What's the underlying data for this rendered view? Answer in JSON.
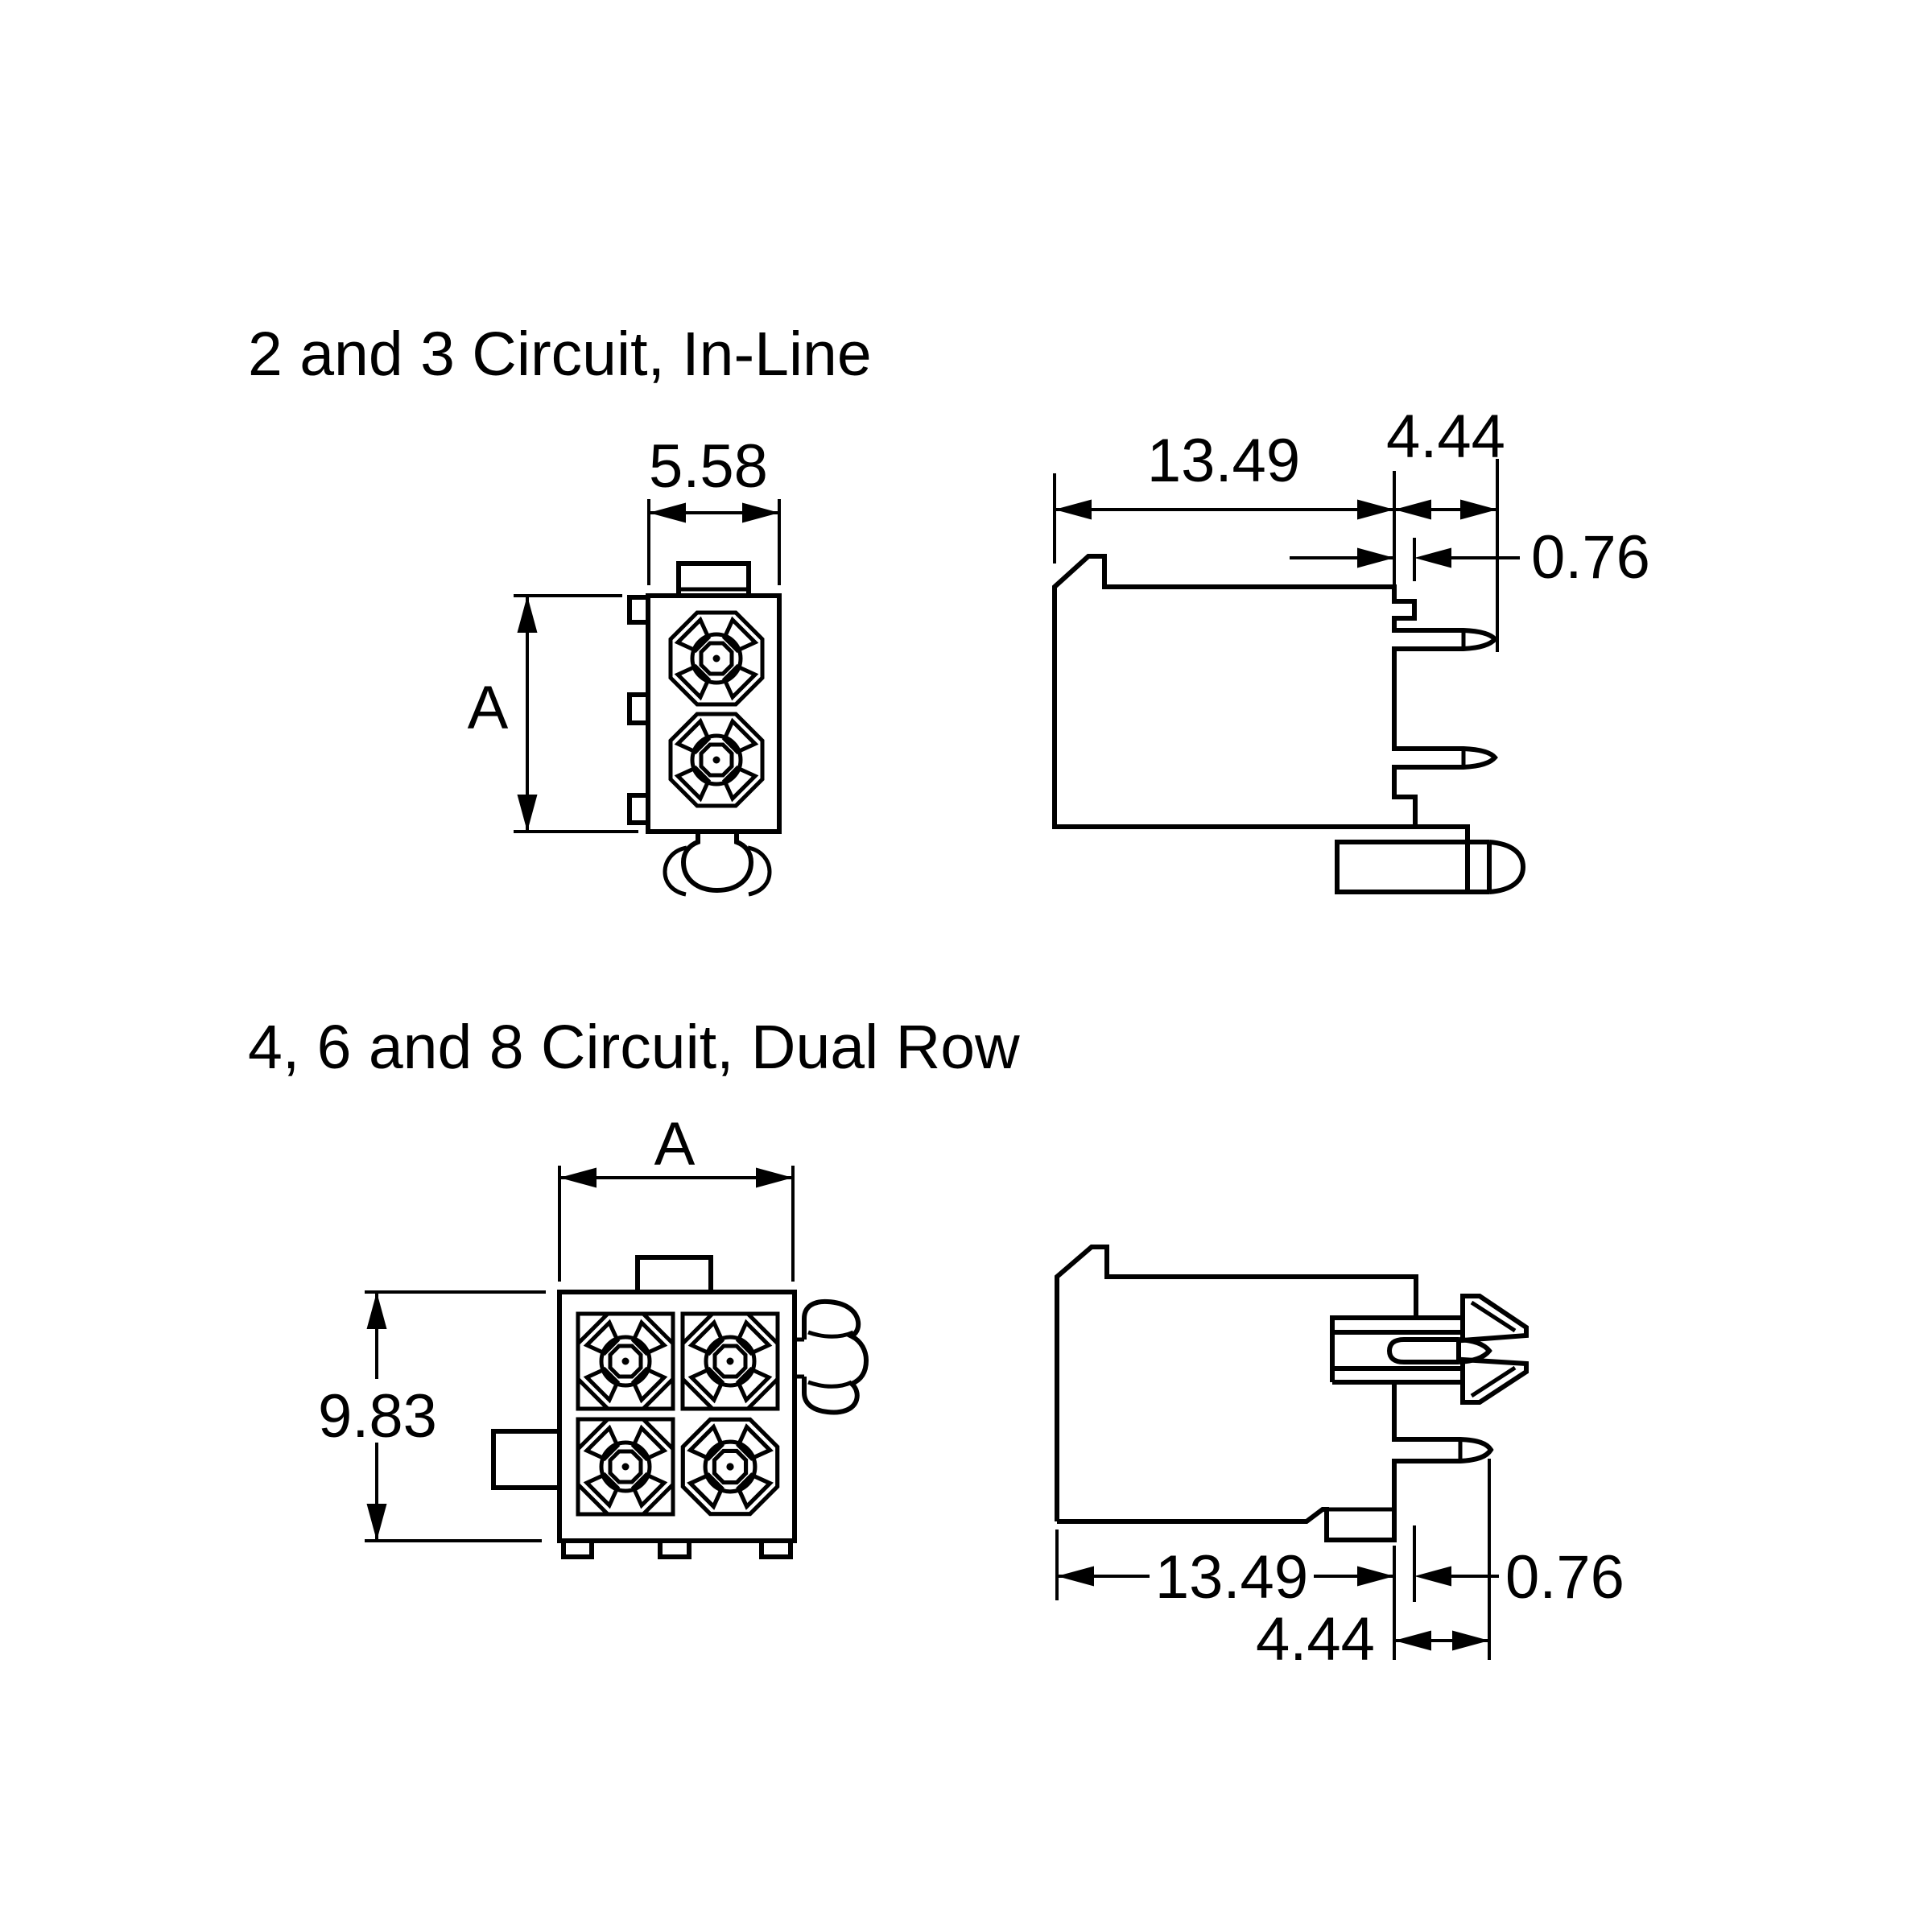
{
  "drawing": {
    "background": "#ffffff",
    "line_color": "#000000",
    "sections": [
      {
        "title": "2 and 3 Circuit, In-Line",
        "front_view": {
          "width": "5.58",
          "height": "A"
        },
        "side_view": {
          "depth": "13.49",
          "pin_extension": "4.44",
          "pin_width": "0.76"
        }
      },
      {
        "title": "4, 6 and 8 Circuit, Dual Row",
        "front_view": {
          "width": "A",
          "height": "9.83"
        },
        "side_view": {
          "depth": "13.49",
          "pin_width": "0.76",
          "pin_extension": "4.44"
        }
      }
    ]
  }
}
